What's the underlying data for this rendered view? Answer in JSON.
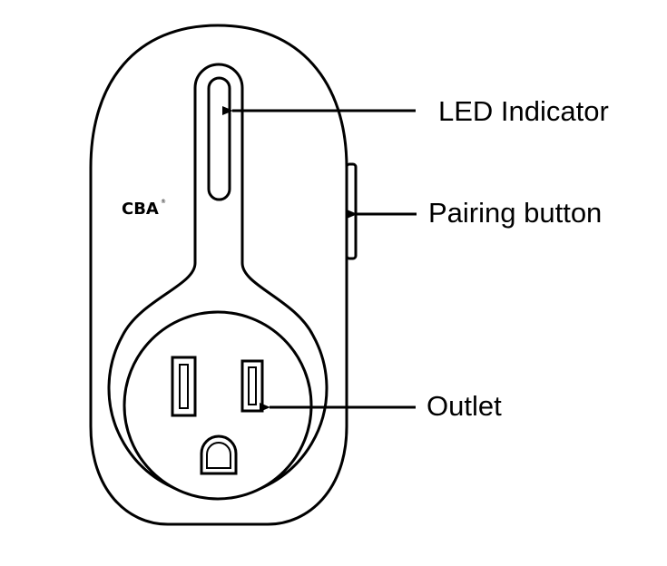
{
  "brand": {
    "logo_text": "CBA",
    "logo_mark": "®"
  },
  "callouts": {
    "led_indicator": "LED Indicator",
    "pairing_button": "Pairing button",
    "outlet": "Outlet"
  },
  "colors": {
    "stroke": "#000000",
    "background": "#ffffff"
  }
}
